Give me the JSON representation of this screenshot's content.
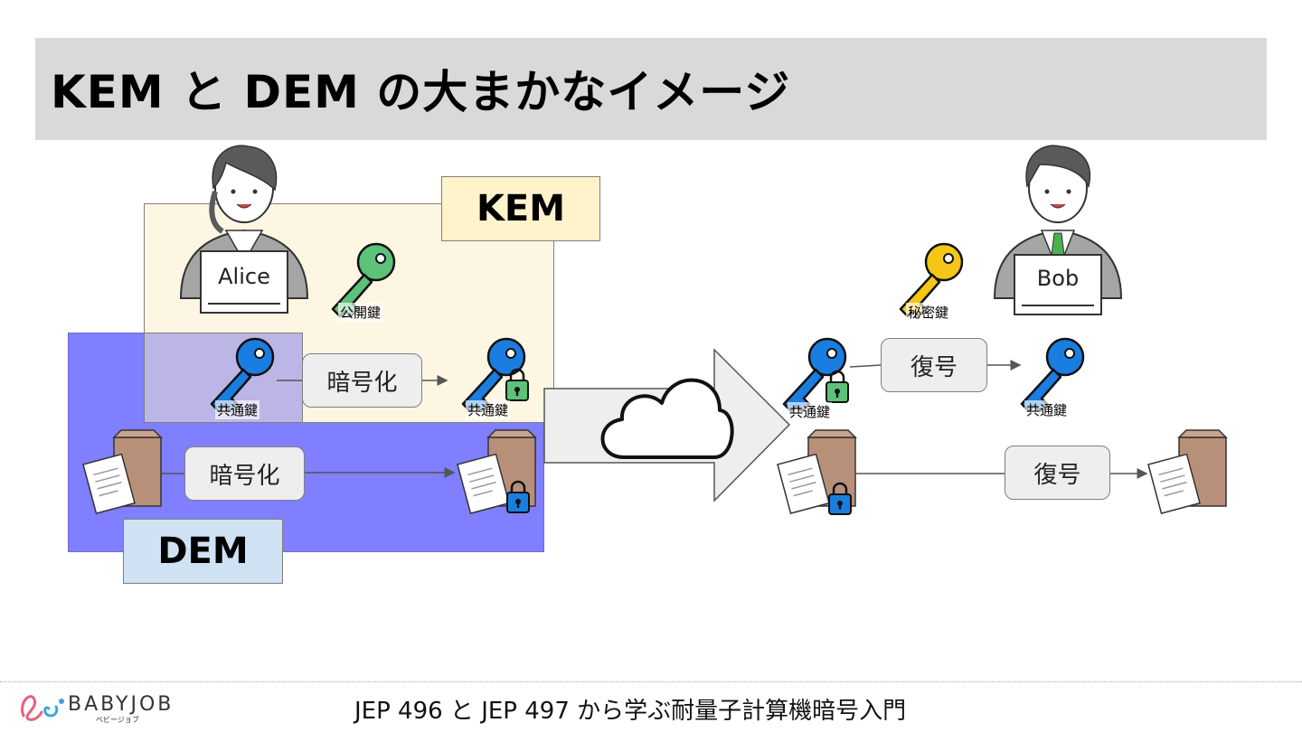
{
  "title": "KEM と DEM の大まかなイメージ",
  "labels": {
    "kem": "KEM",
    "dem": "DEM"
  },
  "people": {
    "alice": "Alice",
    "bob": "Bob"
  },
  "keys": {
    "public_key": "公開鍵",
    "private_key": "秘密鍵",
    "shared_key_1": "共通鍵",
    "shared_key_2": "共通鍵",
    "shared_key_3": "共通鍵",
    "shared_key_4": "共通鍵"
  },
  "steps": {
    "encrypt_1": "暗号化",
    "encrypt_2": "暗号化",
    "decrypt_1": "復号",
    "decrypt_2": "復号"
  },
  "footer": {
    "logo": "BABYJOB",
    "logo_sub": "ベビージョブ",
    "text": "JEP 496 と JEP 497 から学ぶ耐量子計算機暗号入門"
  },
  "colors": {
    "kem_bg": "#fdf6e3",
    "dem_bg": "#7f7fff",
    "public_key": "#5cc27a",
    "shared_key": "#1a7de0",
    "private_key": "#f5c518"
  }
}
